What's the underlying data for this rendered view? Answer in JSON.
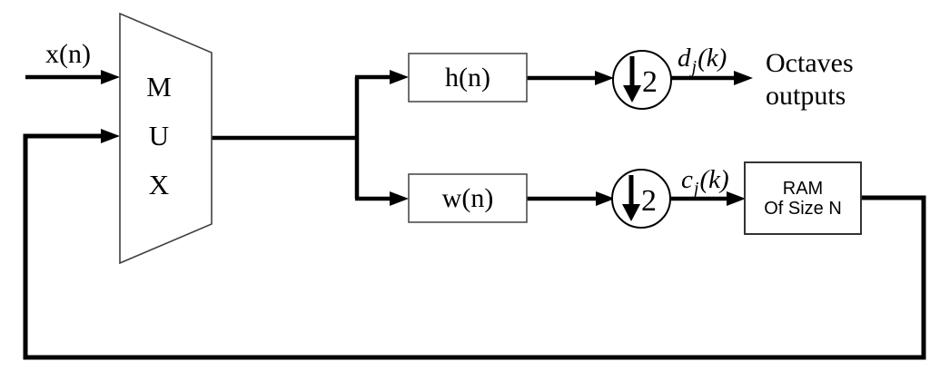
{
  "diagram": {
    "signals": {
      "input": "x(n)",
      "detail": {
        "base": "d",
        "sub": "j",
        "open": "(",
        "var": "k",
        "close": ")"
      },
      "approx": {
        "base": "c",
        "sub": "j",
        "open": "(",
        "var": "k",
        "close": ")"
      }
    },
    "mux": {
      "l1": "M",
      "l2": "U",
      "l3": "X"
    },
    "blocks": {
      "highpass_filter": "h(n)",
      "scaling_filter": "w(n)",
      "ram_line1": "RAM",
      "ram_line2": "Of Size N"
    },
    "downsample_factor": "2",
    "output_caption_line1": "Octaves",
    "output_caption_line2": "outputs",
    "colors": {
      "wire": "#000000",
      "border": "#404040",
      "background": "#ffffff",
      "text": "#000000"
    }
  }
}
